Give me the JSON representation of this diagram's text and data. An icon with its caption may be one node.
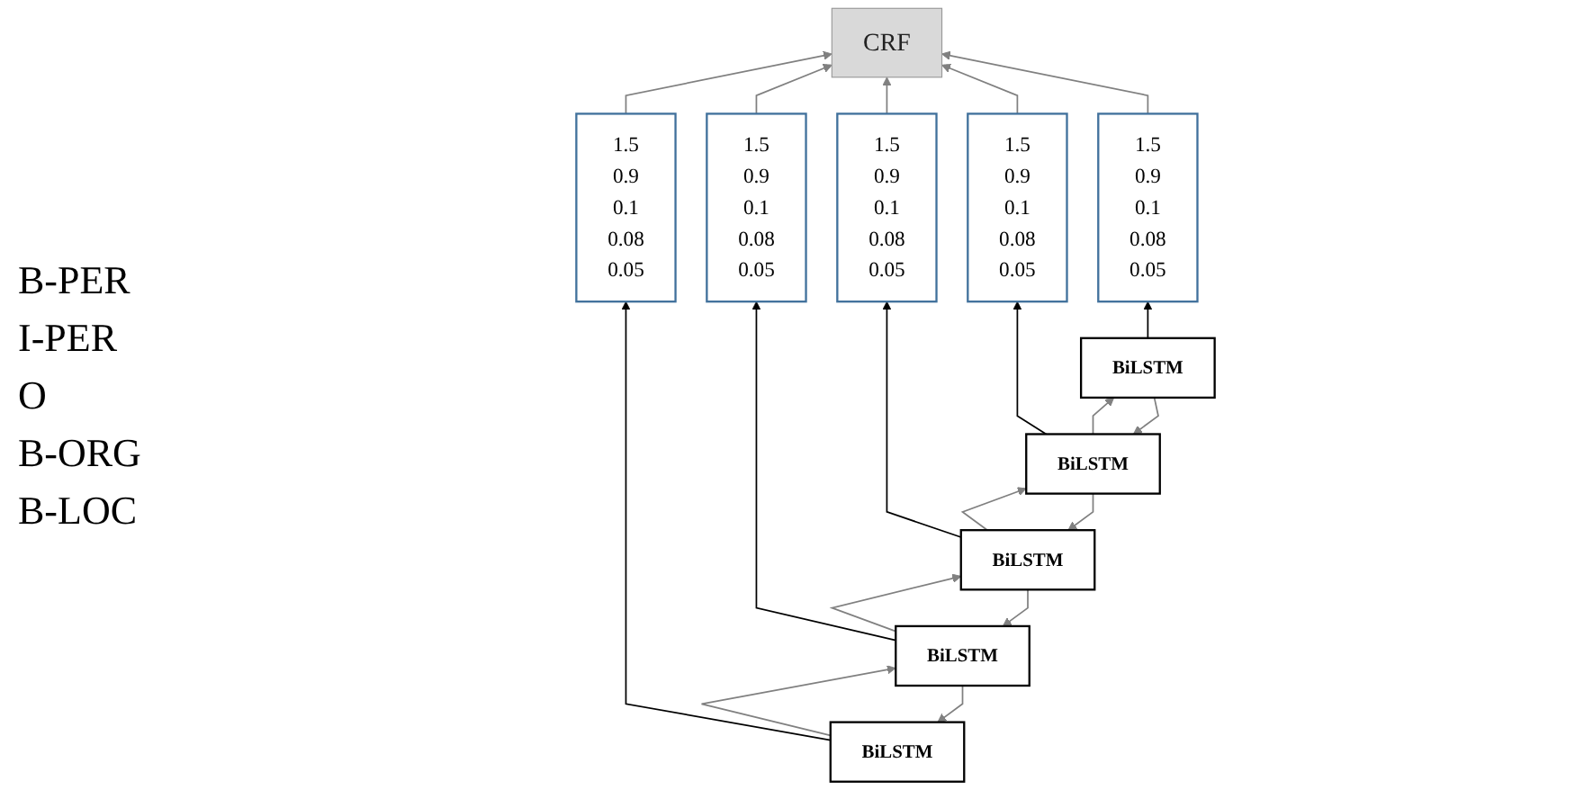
{
  "diagram": {
    "nodes": [
      {
        "text": [
          "CRF"
        ]
      },
      {
        "text": [
          "1.5",
          "0.9",
          "0.1",
          "0.08",
          "0.05"
        ]
      },
      {
        "text": [
          "1.5",
          "0.9",
          "0.1",
          "0.08",
          "0.05"
        ]
      },
      {
        "text": [
          "1.5",
          "0.9",
          "0.1",
          "0.08",
          "0.05"
        ]
      },
      {
        "text": [
          "1.5",
          "0.9",
          "0.1",
          "0.08",
          "0.05"
        ]
      },
      {
        "text": [
          "1.5",
          "0.9",
          "0.1",
          "0.08",
          "0.05"
        ]
      },
      {
        "text": [
          "BiLSTM"
        ]
      },
      {
        "text": [
          "BiLSTM"
        ]
      },
      {
        "text": [
          "BiLSTM"
        ]
      },
      {
        "text": [
          "BiLSTM"
        ]
      },
      {
        "text": [
          "BiLSTM"
        ]
      }
    ],
    "edges": [
      {
        "from": 1,
        "to": 0,
        "arrow": "to"
      },
      {
        "from": 2,
        "to": 0,
        "arrow": "to"
      },
      {
        "from": 3,
        "to": 0,
        "arrow": "to"
      },
      {
        "from": 4,
        "to": 0,
        "arrow": "to"
      },
      {
        "from": 5,
        "to": 0,
        "arrow": "to"
      },
      {
        "from": 6,
        "to": 1,
        "arrow": "to",
        "color": "#000000"
      },
      {
        "from": 7,
        "to": 2,
        "arrow": "to",
        "color": "#000000"
      },
      {
        "from": 8,
        "to": 3,
        "arrow": "to",
        "color": "#000000"
      },
      {
        "from": 9,
        "to": 4,
        "arrow": "to",
        "color": "#000000"
      },
      {
        "from": 10,
        "to": 5,
        "arrow": "to",
        "color": "#000000"
      },
      {
        "from": 6,
        "to": 7,
        "arrow": "to"
      },
      {
        "from": 7,
        "to": 6,
        "arrow": "to"
      },
      {
        "from": 7,
        "to": 8,
        "arrow": "to"
      },
      {
        "from": 8,
        "to": 7,
        "arrow": "to"
      },
      {
        "from": 8,
        "to": 9,
        "arrow": "to"
      },
      {
        "from": 9,
        "to": 8,
        "arrow": "to"
      },
      {
        "from": 9,
        "to": 10,
        "arrow": "to"
      },
      {
        "from": 10,
        "to": 9,
        "arrow": "to"
      }
    ],
    "labels": [
      "B-PER",
      "I-PER",
      "O",
      "B-ORG",
      "B-LOC"
    ]
  }
}
